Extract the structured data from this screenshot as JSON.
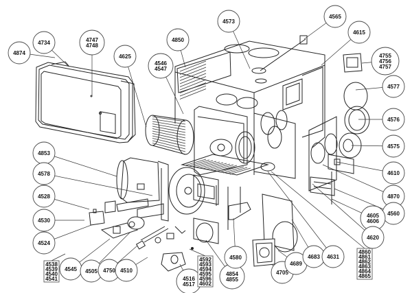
{
  "diagram": {
    "title": "Furnace exploded parts diagram",
    "callouts": [
      {
        "id": "c4874",
        "lines": [
          "4874"
        ]
      },
      {
        "id": "c4734",
        "lines": [
          "4734"
        ]
      },
      {
        "id": "c4747",
        "lines": [
          "4747",
          "4748"
        ]
      },
      {
        "id": "c4625",
        "lines": [
          "4625"
        ]
      },
      {
        "id": "c4546",
        "lines": [
          "4546",
          "4547"
        ]
      },
      {
        "id": "c4850",
        "lines": [
          "4850"
        ]
      },
      {
        "id": "c4573",
        "lines": [
          "4573"
        ]
      },
      {
        "id": "c4565",
        "lines": [
          "4565"
        ]
      },
      {
        "id": "c4615",
        "lines": [
          "4615"
        ]
      },
      {
        "id": "c4755",
        "lines": [
          "4755",
          "4756",
          "4757"
        ]
      },
      {
        "id": "c4577",
        "lines": [
          "4577"
        ]
      },
      {
        "id": "c4576",
        "lines": [
          "4576"
        ]
      },
      {
        "id": "c4575",
        "lines": [
          "4575"
        ]
      },
      {
        "id": "c4610",
        "lines": [
          "4610"
        ]
      },
      {
        "id": "c4870",
        "lines": [
          "4870"
        ]
      },
      {
        "id": "c4560",
        "lines": [
          "4560"
        ]
      },
      {
        "id": "c4605",
        "lines": [
          "4605",
          "4606"
        ]
      },
      {
        "id": "c4620",
        "lines": [
          "4620"
        ]
      },
      {
        "id": "c4853",
        "lines": [
          "4853"
        ]
      },
      {
        "id": "c4578",
        "lines": [
          "4578"
        ]
      },
      {
        "id": "c4528",
        "lines": [
          "4528"
        ]
      },
      {
        "id": "c4530",
        "lines": [
          "4530"
        ]
      },
      {
        "id": "c4524",
        "lines": [
          "4524"
        ]
      },
      {
        "id": "c4545",
        "lines": [
          "4545"
        ]
      },
      {
        "id": "c4505",
        "lines": [
          "4505"
        ]
      },
      {
        "id": "c4750",
        "lines": [
          "4750"
        ]
      },
      {
        "id": "c4510",
        "lines": [
          "4510"
        ]
      },
      {
        "id": "c4516",
        "lines": [
          "4516",
          "4517"
        ]
      },
      {
        "id": "c4854",
        "lines": [
          "4854",
          "4855"
        ]
      },
      {
        "id": "c4580",
        "lines": [
          "4580"
        ]
      },
      {
        "id": "c4705",
        "lines": [
          "4705"
        ]
      },
      {
        "id": "c4689",
        "lines": [
          "4689"
        ]
      },
      {
        "id": "c4683",
        "lines": [
          "4683"
        ]
      },
      {
        "id": "c4631",
        "lines": [
          "4631"
        ]
      }
    ],
    "boxed_labels": [
      {
        "id": "b4538",
        "lines": [
          "4538",
          "4539",
          "4540",
          "4541"
        ]
      },
      {
        "id": "b4592",
        "lines": [
          "4592",
          "4593",
          "4594",
          "4595",
          "4596",
          "4602"
        ]
      },
      {
        "id": "b4860",
        "lines": [
          "4860",
          "4861",
          "4862",
          "4863",
          "4864",
          "4865"
        ]
      }
    ]
  }
}
